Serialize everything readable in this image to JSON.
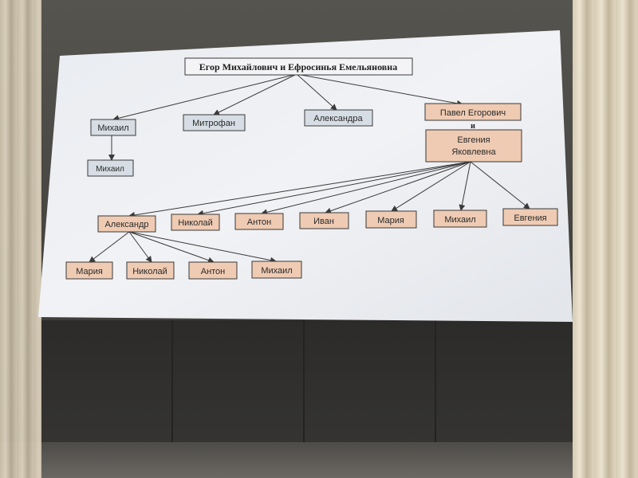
{
  "tree": {
    "root": {
      "label": "Егор Михайлович и Ефросинья Емельяновна"
    },
    "generation1": [
      {
        "label": "Михаил"
      },
      {
        "label": "Митрофан"
      },
      {
        "label": "Александра"
      }
    ],
    "couple": {
      "husband": "Павел Егорович",
      "conjunction": "и",
      "wife_line1": "Евгения",
      "wife_line2": "Яковлевна"
    },
    "mikhail_child": {
      "label": "Михаил"
    },
    "generation2": [
      {
        "label": "Александр"
      },
      {
        "label": "Николай"
      },
      {
        "label": "Антон"
      },
      {
        "label": "Иван"
      },
      {
        "label": "Мария"
      },
      {
        "label": "Михаил"
      },
      {
        "label": "Евгения"
      }
    ],
    "generation3": [
      {
        "label": "Мария"
      },
      {
        "label": "Николай"
      },
      {
        "label": "Антон"
      },
      {
        "label": "Михаил"
      }
    ]
  },
  "colors": {
    "screen": "#eceef2",
    "blue_box": "#d6dde4",
    "peach_box": "#efcbb3",
    "border": "#3a3a3a",
    "curtain": "#ddd2bc"
  }
}
